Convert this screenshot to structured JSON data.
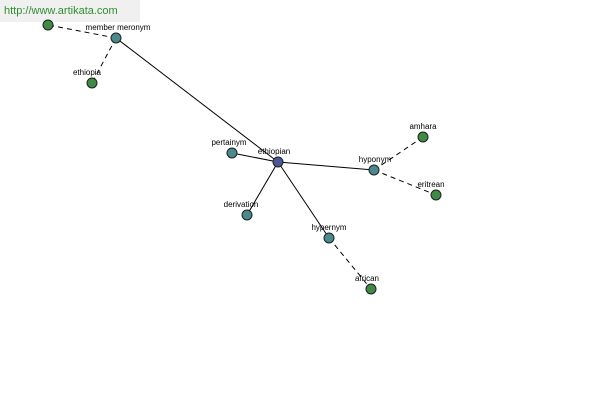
{
  "watermark": "http://www.artikata.com",
  "colors": {
    "center": "#4b5898",
    "relation": "#4a8a8c",
    "word": "#3f8a45"
  },
  "graph": {
    "center": {
      "label": "ethiopian"
    },
    "relations": [
      {
        "id": "member-meronym",
        "label": "member meronym"
      },
      {
        "id": "pertainym",
        "label": "pertainym"
      },
      {
        "id": "derivation",
        "label": "derivation"
      },
      {
        "id": "hypernym",
        "label": "hypernym"
      },
      {
        "id": "hyponym",
        "label": "hyponym"
      }
    ],
    "words": [
      {
        "id": "top-left",
        "label": "",
        "relation": "member-meronym"
      },
      {
        "id": "ethiopia",
        "label": "ethiopia",
        "relation": "member-meronym"
      },
      {
        "id": "amhara",
        "label": "amhara",
        "relation": "hyponym"
      },
      {
        "id": "eritrean",
        "label": "eritrean",
        "relation": "hyponym"
      },
      {
        "id": "african",
        "label": "african",
        "relation": "hypernym"
      }
    ]
  }
}
